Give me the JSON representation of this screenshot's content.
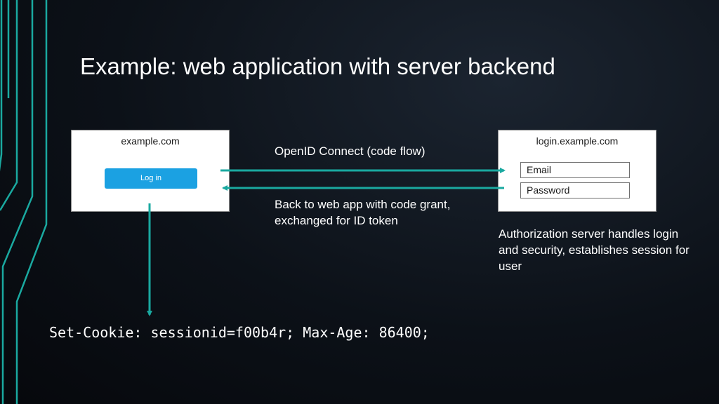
{
  "title": "Example: web application with server backend",
  "client": {
    "domain": "example.com",
    "login_button": "Log in"
  },
  "auth_server": {
    "domain": "login.example.com",
    "email_field": "Email",
    "password_field": "Password"
  },
  "flow": {
    "request_label": "OpenID Connect (code flow)",
    "response_label": "Back to web app with code grant, exchanged for ID token",
    "auth_note": "Authorization server handles login and security, establishes session for user"
  },
  "cookie_header": "Set-Cookie: sessionid=f00b4r; Max-Age: 86400;",
  "colors": {
    "accent": "#1aa9a0",
    "button": "#1ba1e2",
    "background": "#0c1118"
  }
}
